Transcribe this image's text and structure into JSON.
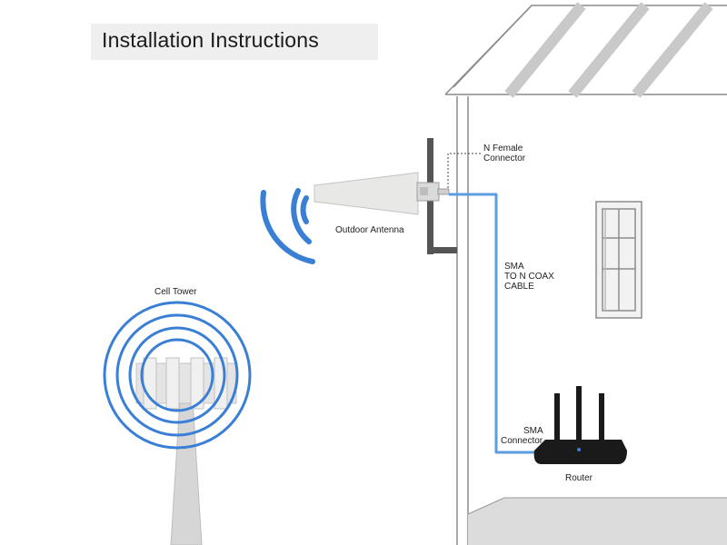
{
  "title": "Installation Instructions",
  "labels": {
    "n_female_connector": [
      "N Female",
      "Connector"
    ],
    "outdoor_antenna": "Outdoor Antenna",
    "cable": [
      "SMA",
      "TO N COAX",
      "CABLE"
    ],
    "cell_tower": "Cell Tower",
    "sma_connector": [
      "SMA",
      "Connector"
    ],
    "router": "Router"
  },
  "colors": {
    "signal_blue": "#3a7fd6",
    "cable_blue": "#5b9ee0",
    "house_gray": "#8c8c8c",
    "bracket_gray": "#555555",
    "router_black": "#1a1a1a"
  }
}
